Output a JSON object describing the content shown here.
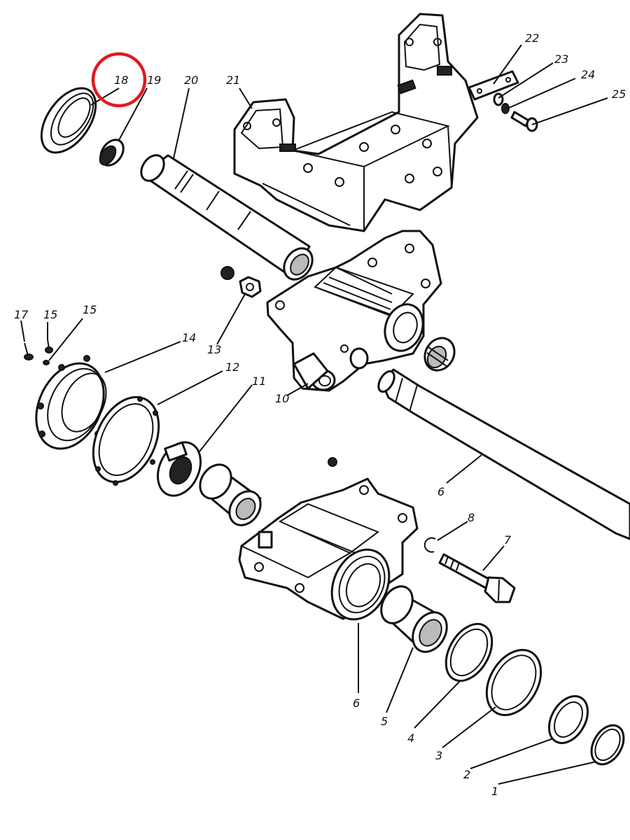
{
  "diagram": {
    "part_labels": {
      "p1": "1",
      "p2": "2",
      "p3": "3",
      "p4": "4",
      "p5": "5",
      "p6": "6",
      "p7": "7",
      "p8": "8",
      "p9": "6",
      "p10": "10",
      "p11": "11",
      "p12": "12",
      "p13": "13",
      "p14": "14",
      "p15a": "15",
      "p15b": "15",
      "p17": "17",
      "p18": "18",
      "p19": "19",
      "p20": "20",
      "p21": "21",
      "p22": "22",
      "p23": "23",
      "p24": "24",
      "p25": "25"
    },
    "highlight": {
      "part": "18",
      "color": "#e0191f"
    }
  }
}
